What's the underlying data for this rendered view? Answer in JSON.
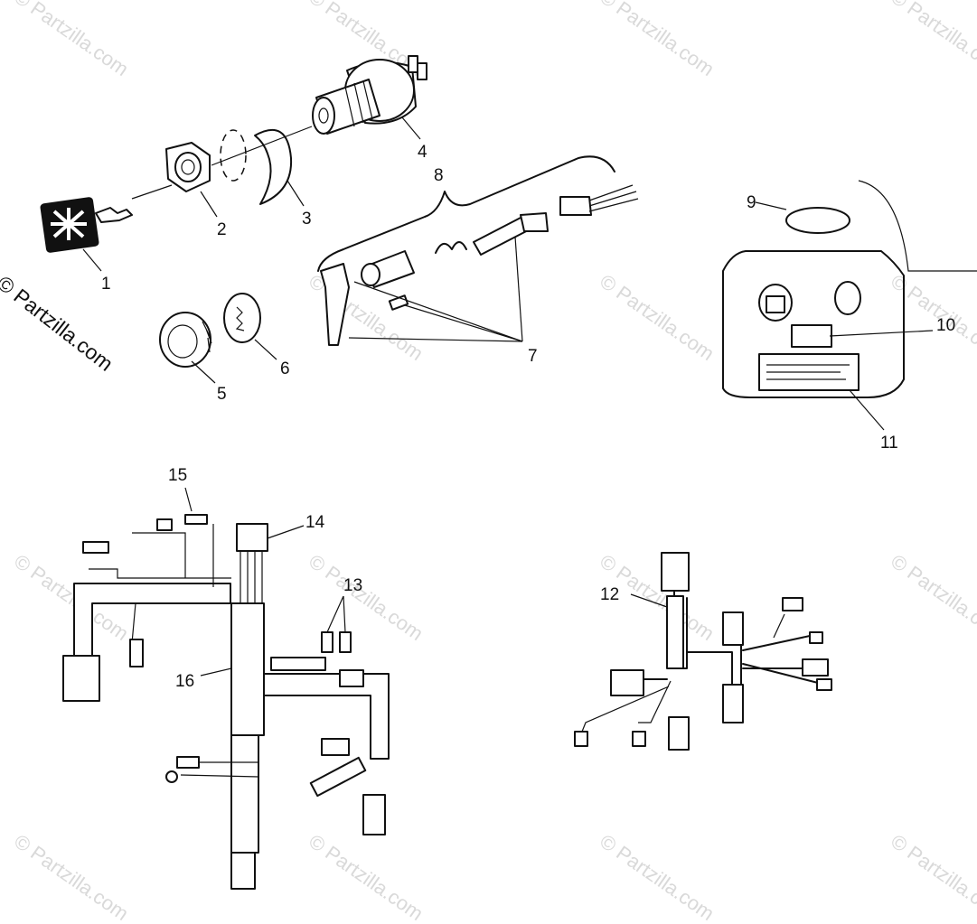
{
  "watermark": {
    "text": "© Partzilla.com"
  },
  "side_caption": "© Partzilla.com",
  "callouts": [
    "1",
    "2",
    "3",
    "4",
    "5",
    "6",
    "7",
    "8",
    "9",
    "10",
    "11",
    "12",
    "13",
    "14",
    "15",
    "16"
  ]
}
